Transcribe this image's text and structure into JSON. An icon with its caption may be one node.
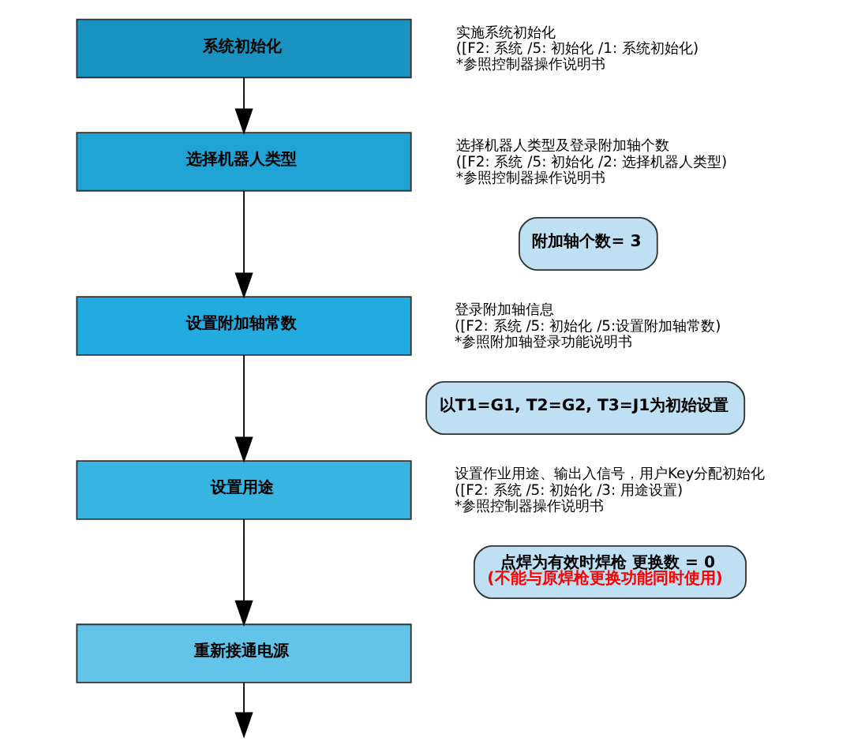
{
  "diagram": {
    "nodes": [
      {
        "text": [
          "系统初始化"
        ],
        "beside": [
          "实施系统初始化",
          "([F2: 系统 /5: 初始化 /1: 系统初始化)",
          "*参照控制器操作说明书"
        ]
      },
      {
        "text": [
          "选择机器人类型"
        ],
        "beside": [
          "选择机器人类型及登录附加轴个数",
          "([F2: 系统 /5: 初始化 /2: 选择机器人类型)",
          "*参照控制器操作说明书"
        ]
      },
      {
        "text": [
          "附加轴个数= 3"
        ]
      },
      {
        "text": [
          "设置附加轴常数"
        ],
        "beside": [
          "登录附加轴信息",
          "([F2: 系统 /5: 初始化 /5:设置附加轴常数)",
          "*参照附加轴登录功能说明书"
        ]
      },
      {
        "text": [
          "以T1=G1, T2=G2, T3=J1为初始设置"
        ]
      },
      {
        "text": [
          "设置用途"
        ],
        "beside": [
          "设置作业用途、输出入信号，用户Key分配初始化",
          "([F2: 系统 /5: 初始化 /3: 用途设置)",
          "*参照控制器操作说明书"
        ]
      },
      {
        "text": [
          "点焊为有效时焊枪 更换数 = 0",
          "(不能与原焊枪更换功能同时使用)"
        ]
      },
      {
        "text": [
          "重新接通电源"
        ]
      }
    ],
    "edges": [
      {
        "from": 0,
        "to": 1,
        "arrow": "to"
      },
      {
        "from": 1,
        "to": 3,
        "arrow": "to"
      },
      {
        "from": 3,
        "to": 5,
        "arrow": "to"
      },
      {
        "from": 5,
        "to": 7,
        "arrow": "to"
      },
      {
        "from": 7,
        "to": null,
        "arrow": "to"
      }
    ]
  }
}
